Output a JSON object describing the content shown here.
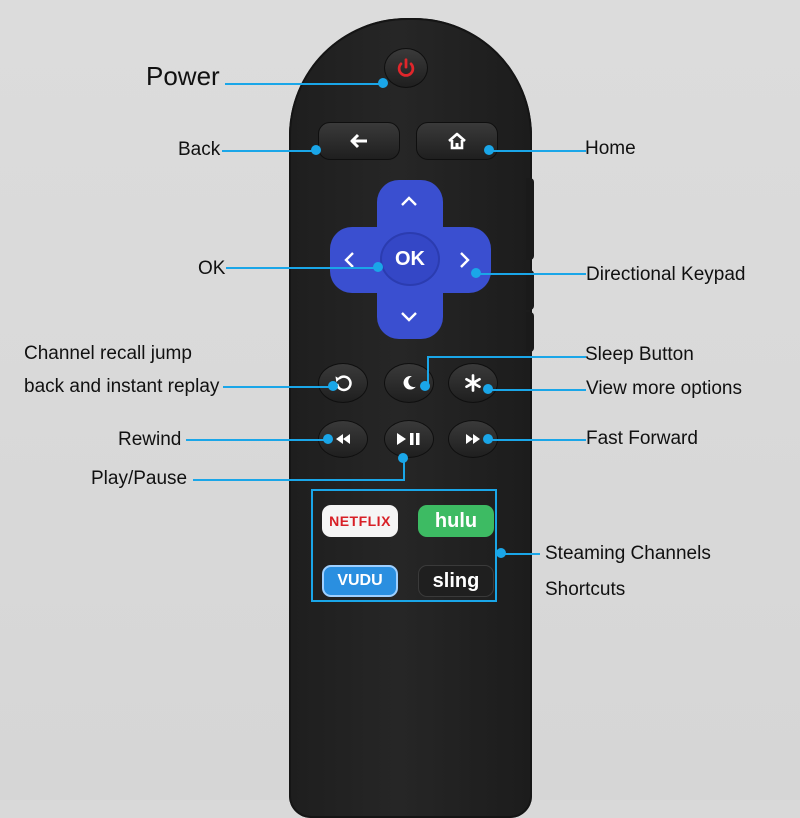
{
  "labels": {
    "power": "Power",
    "back": "Back",
    "home": "Home",
    "ok": "OK",
    "directional_keypad": "Directional Keypad",
    "channel_recall_line1": "Channel recall jump",
    "channel_recall_line2": "back and instant replay",
    "sleep_button": "Sleep Button",
    "view_more_options": "View more options",
    "rewind": "Rewind",
    "fast_forward": "Fast Forward",
    "play_pause": "Play/Pause",
    "streaming_line1": "Steaming Channels",
    "streaming_line2": "Shortcuts"
  },
  "buttons": {
    "ok_text": "OK"
  },
  "apps": {
    "netflix": "NETFLIX",
    "hulu": "hulu",
    "vudu": "VUDU",
    "sling": "sling"
  },
  "colors": {
    "callout": "#1aa6e8",
    "dpad": "#3a4fd0",
    "power_icon": "#e0262b",
    "remote_body": "#222222",
    "background": "#d9d9d9"
  },
  "icons": [
    "power-icon",
    "back-arrow-icon",
    "home-icon",
    "chevron-up-icon",
    "chevron-down-icon",
    "chevron-left-icon",
    "chevron-right-icon",
    "replay-icon",
    "moon-icon",
    "asterisk-icon",
    "rewind-icon",
    "play-pause-icon",
    "fast-forward-icon"
  ]
}
